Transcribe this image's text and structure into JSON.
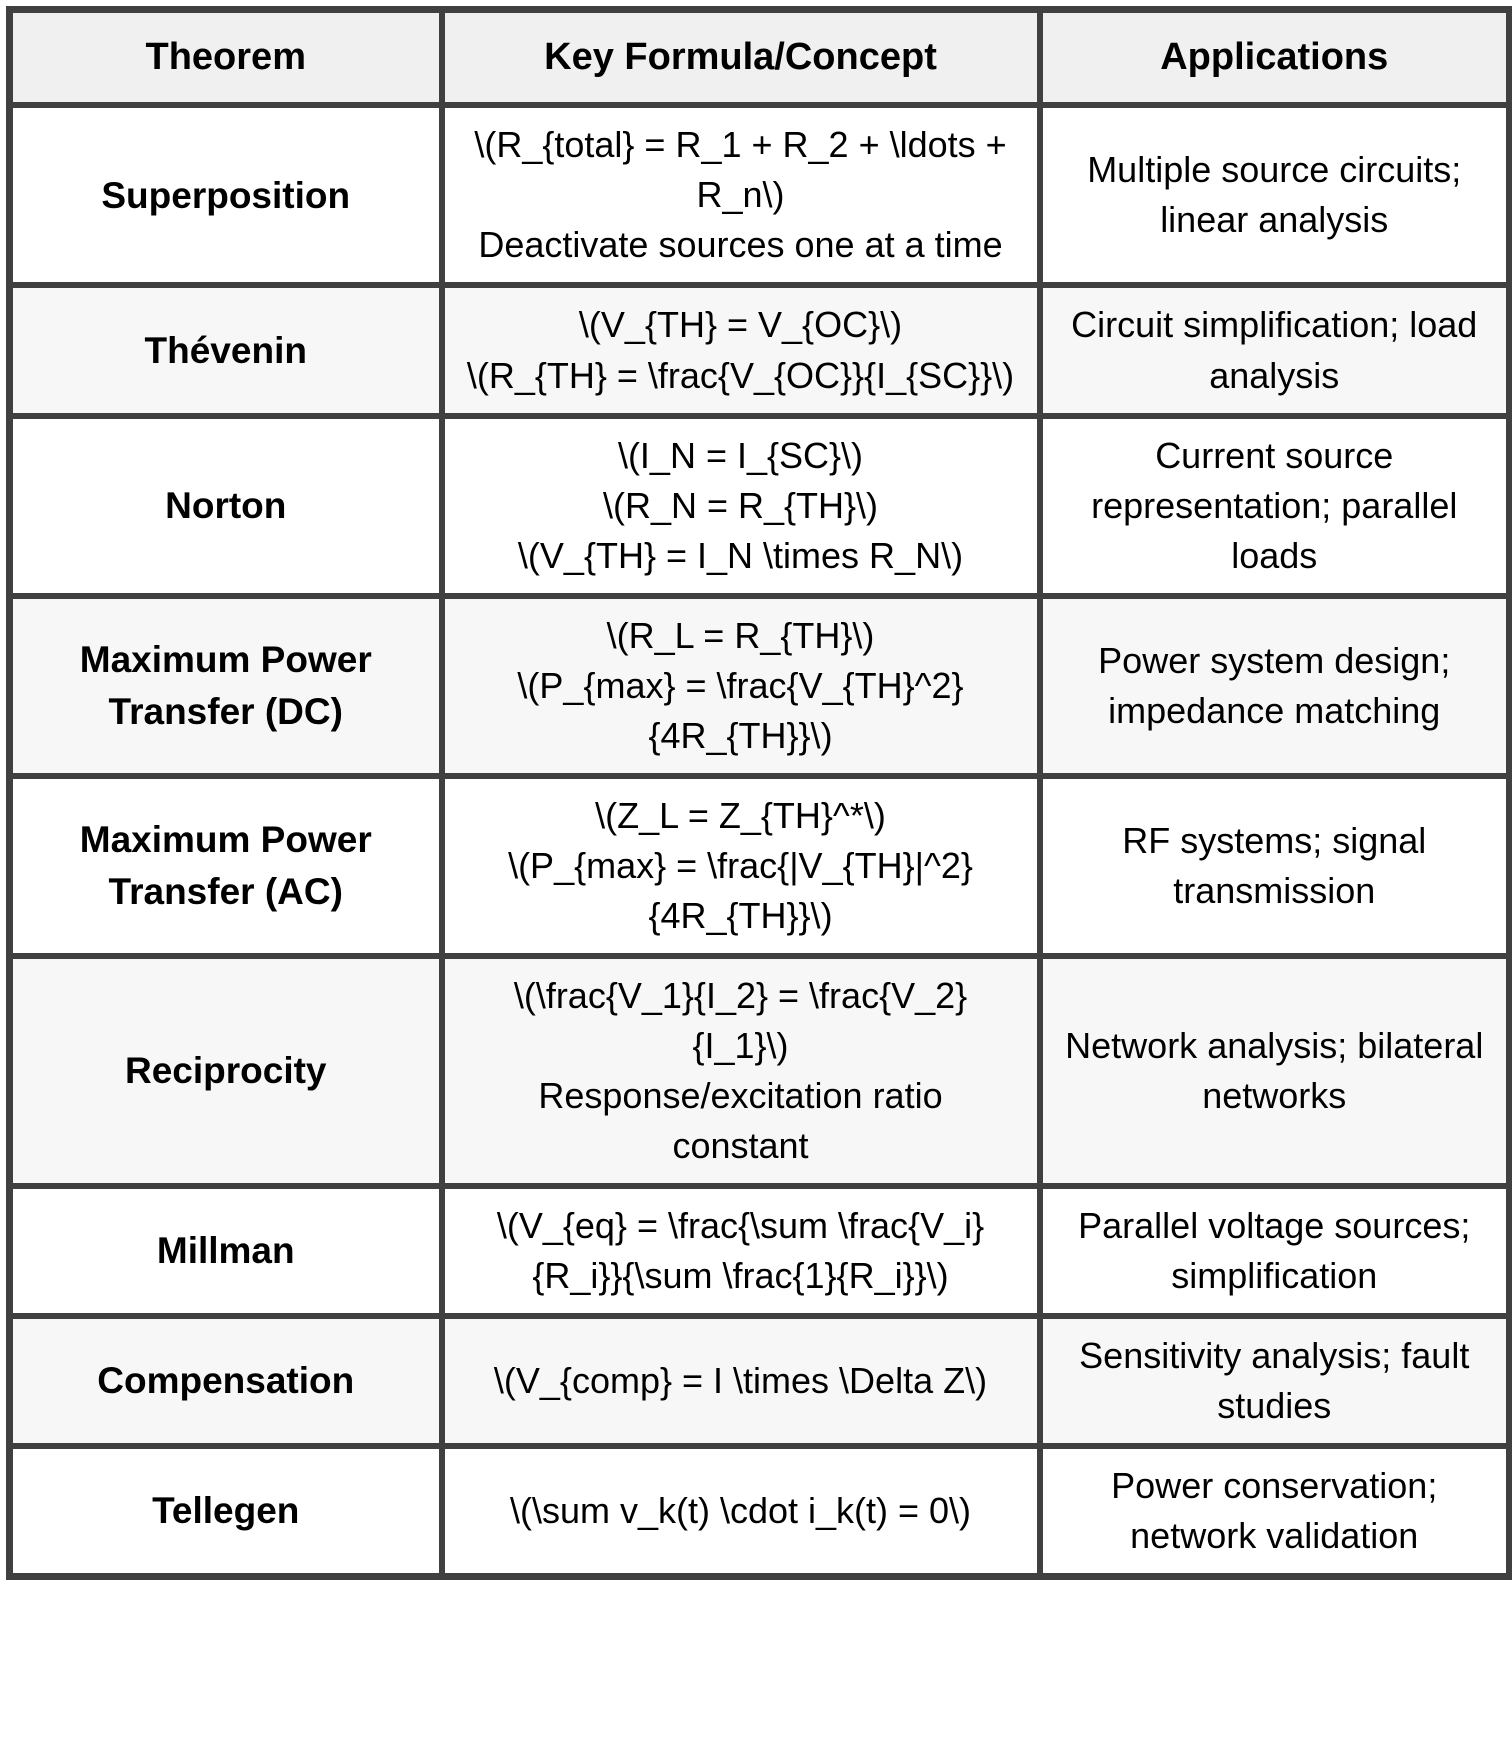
{
  "theme": {
    "border_color": "#404040",
    "header_background": "#f0f0f0",
    "row_background": "#ffffff",
    "row_alt_background": "#f7f7f7",
    "text_color": "#000000"
  },
  "table": {
    "columns": [
      "Theorem",
      "Key Formula/Concept",
      "Applications"
    ],
    "rows": [
      {
        "theorem": "Superposition",
        "formula": "\\(R_{total} = R_1 + R_2 + \\ldots + R_n\\)\nDeactivate sources one at a time",
        "applications": "Multiple source circuits; linear analysis"
      },
      {
        "theorem": "Thévenin",
        "formula": "\\(V_{TH} = V_{OC}\\)\n\\(R_{TH} = \\frac{V_{OC}}{I_{SC}}\\)",
        "applications": "Circuit simplification; load analysis"
      },
      {
        "theorem": "Norton",
        "formula": "\\(I_N = I_{SC}\\)\n\\(R_N = R_{TH}\\)\n\\(V_{TH} = I_N \\times R_N\\)",
        "applications": "Current source representation; parallel loads"
      },
      {
        "theorem": "Maximum Power Transfer (DC)",
        "formula": "\\(R_L = R_{TH}\\)\n\\(P_{max} = \\frac{V_{TH}^2}{4R_{TH}}\\)",
        "applications": "Power system design; impedance matching"
      },
      {
        "theorem": "Maximum Power Transfer (AC)",
        "formula": "\\(Z_L = Z_{TH}^*\\)\n\\(P_{max} = \\frac{|V_{TH}|^2}{4R_{TH}}\\)",
        "applications": "RF systems; signal transmission"
      },
      {
        "theorem": "Reciprocity",
        "formula": "\\(\\frac{V_1}{I_2} = \\frac{V_2}{I_1}\\)\nResponse/excitation ratio constant",
        "applications": "Network analysis; bilateral networks"
      },
      {
        "theorem": "Millman",
        "formula": "\\(V_{eq} = \\frac{\\sum \\frac{V_i}{R_i}}{\\sum \\frac{1}{R_i}}\\)",
        "applications": "Parallel voltage sources; simplification"
      },
      {
        "theorem": "Compensation",
        "formula": "\\(V_{comp} = I \\times \\Delta Z\\)",
        "applications": "Sensitivity analysis; fault studies"
      },
      {
        "theorem": "Tellegen",
        "formula": "\\(\\sum v_k(t) \\cdot i_k(t) = 0\\)",
        "applications": "Power conservation; network validation"
      }
    ]
  }
}
